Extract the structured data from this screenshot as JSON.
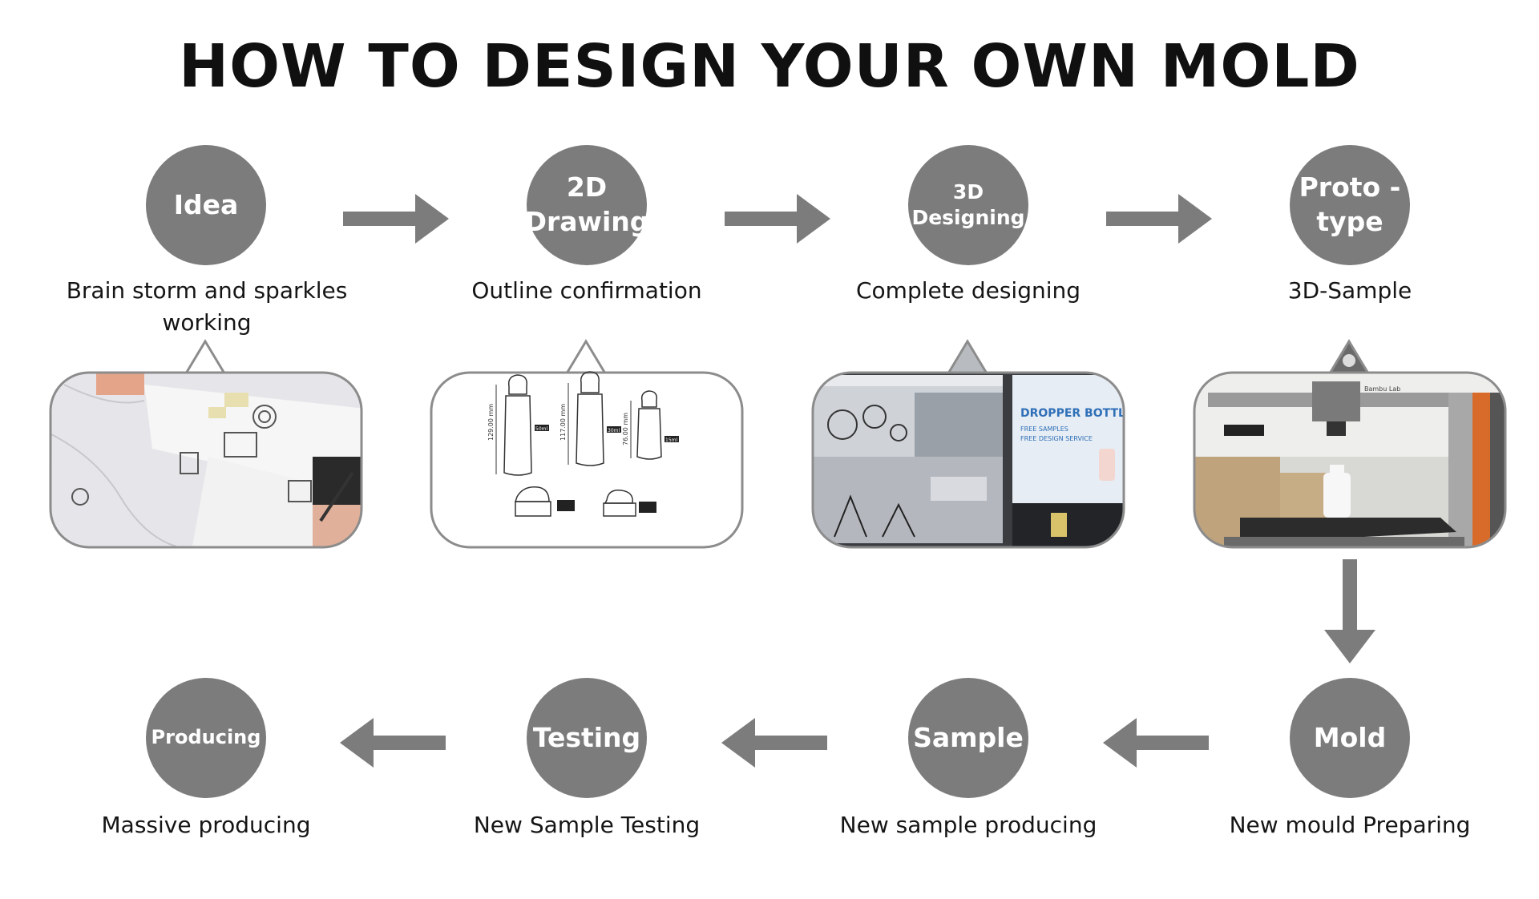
{
  "title": "HOW TO DESIGN YOUR OWN MOLD",
  "colors": {
    "circle": "#7c7c7c",
    "arrow": "#7c7c7c",
    "text": "#151515",
    "frame": "#8c8c8c"
  },
  "top_steps": [
    {
      "circle_lines": [
        "Idea"
      ],
      "caption": "Brain storm and sparkles working",
      "photo": "sketching-on-paper"
    },
    {
      "circle_lines": [
        "2D",
        "Drawing"
      ],
      "caption": "Outline confirmation",
      "photo": "bottle-outline-drawings"
    },
    {
      "circle_lines": [
        "3D",
        "Designing"
      ],
      "caption": "Complete designing",
      "photo": "monitors-with-3d-software"
    },
    {
      "circle_lines": [
        "Proto -",
        "type"
      ],
      "caption": "3D-Sample",
      "photo": "3d-printer-with-bottle"
    }
  ],
  "bottom_steps": [
    {
      "circle_lines": [
        "Producing"
      ],
      "caption": "Massive producing"
    },
    {
      "circle_lines": [
        "Testing"
      ],
      "caption": "New Sample Testing"
    },
    {
      "circle_lines": [
        "Sample"
      ],
      "caption": "New sample producing"
    },
    {
      "circle_lines": [
        "Mold"
      ],
      "caption": "New mould Preparing"
    }
  ],
  "drawing_labels": [
    "129.00 mm",
    "117.00 mm",
    "76.00 mm",
    "50ml",
    "30ml",
    "15ml"
  ],
  "screen_text": {
    "line1": "DROPPER BOTTLE",
    "line2": "FREE SAMPLES",
    "line3": "FREE DESIGN SERVICE"
  },
  "printer_brand": "Bambu Lab"
}
